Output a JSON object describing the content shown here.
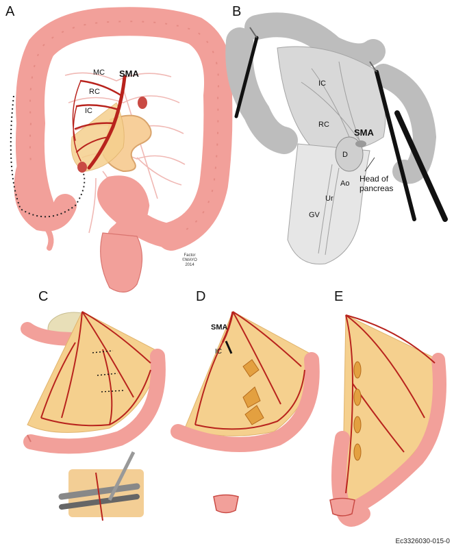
{
  "panels": {
    "A": {
      "letter": "A",
      "labels": {
        "mc": "MC",
        "rc": "RC",
        "ic": "IC",
        "sma": "SMA"
      },
      "credit": [
        "Factor",
        "©MAYO",
        "2014"
      ]
    },
    "B": {
      "letter": "B",
      "labels": {
        "ic": "IC",
        "rc": "RC",
        "sma": "SMA",
        "d": "D",
        "ao": "Ao",
        "ur": "Ur",
        "gv": "GV",
        "head1": "Head of",
        "head2": "pancreas"
      }
    },
    "C": {
      "letter": "C"
    },
    "D": {
      "letter": "D",
      "labels": {
        "sma": "SMA",
        "ic": "IC"
      }
    },
    "E": {
      "letter": "E"
    }
  },
  "figure_id": "Ec3326030-015-0",
  "colors": {
    "colon": "#f2a09a",
    "colon_dark": "#d9746f",
    "artery": "#b8231d",
    "mesentery": "#f5d08e",
    "fat": "#f0c27a",
    "grey": "#bdbdbd",
    "grey_dark": "#8a8a8a"
  }
}
